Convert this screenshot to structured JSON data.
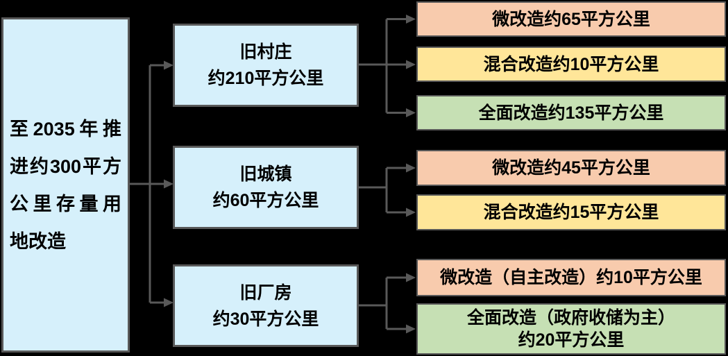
{
  "colors": {
    "background": "#000000",
    "box_blue": "#D6F0FB",
    "box_orange": "#F8CBAD",
    "box_yellow": "#FFE699",
    "box_green": "#C6E0B4",
    "border_and_connector": "#595959",
    "text": "#000000"
  },
  "root_box": {
    "text": "至2035年推进约300平方公里存量用地改造",
    "lines": [
      "至2035年推",
      "进约300平方",
      "公里存量用",
      "地改造"
    ]
  },
  "groups": [
    {
      "category": {
        "name": "旧村庄",
        "area": "约210平方公里"
      },
      "outcomes": [
        {
          "text": "微改造约65平方公里",
          "color": "#F8CBAD"
        },
        {
          "text": "混合改造约10平方公里",
          "color": "#FFE699"
        },
        {
          "text": "全面改造约135平方公里",
          "color": "#C6E0B4"
        }
      ]
    },
    {
      "category": {
        "name": "旧城镇",
        "area": "约60平方公里"
      },
      "outcomes": [
        {
          "text": "微改造约45平方公里",
          "color": "#F8CBAD"
        },
        {
          "text": "混合改造约15平方公里",
          "color": "#FFE699"
        }
      ]
    },
    {
      "category": {
        "name": "旧厂房",
        "area": "约30平方公里"
      },
      "outcomes": [
        {
          "text": "微改造（自主改造）约10平方公里",
          "color": "#F8CBAD"
        },
        {
          "text": "全面改造（政府收储为主）约20平方公里",
          "lines": [
            "全面改造（政府收储为主）",
            "约20平方公里"
          ],
          "color": "#C6E0B4"
        }
      ]
    }
  ]
}
